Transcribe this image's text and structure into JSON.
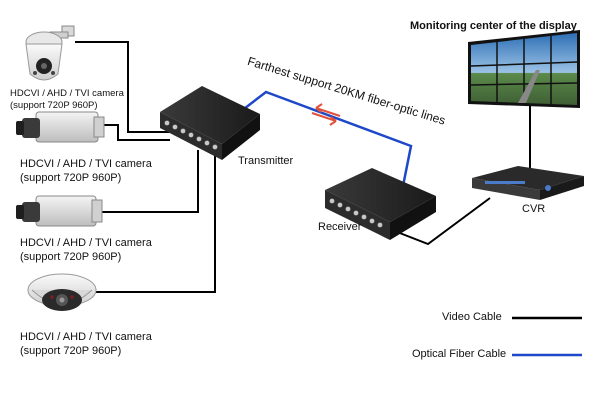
{
  "cameras": [
    {
      "line1": "HDCVI / AHD / TVI camera",
      "line2": "(support 720P 960P)"
    },
    {
      "line1": "HDCVI / AHD / TVI camera",
      "line2": "(support 720P 960P)"
    },
    {
      "line1": "HDCVI / AHD / TVI camera",
      "line2": "(support 720P 960P)"
    },
    {
      "line1": "HDCVI / AHD / TVI camera",
      "line2": "(support 720P 960P)"
    }
  ],
  "devices": {
    "transmitter": "Transmitter",
    "receiver": "Receiver",
    "cvr": "CVR"
  },
  "monitoring_title": "Monitoring center of the display",
  "fiber_note": "Farthest support 20KM fiber-optic lines",
  "legend": [
    {
      "label": "Video Cable",
      "color": "#000000"
    },
    {
      "label": "Optical Fiber Cable",
      "color": "#1e48c8"
    }
  ],
  "colors": {
    "video_cable": "#000000",
    "fiber_cable": "#1e48c8",
    "arrow_accent": "#e0503a"
  }
}
